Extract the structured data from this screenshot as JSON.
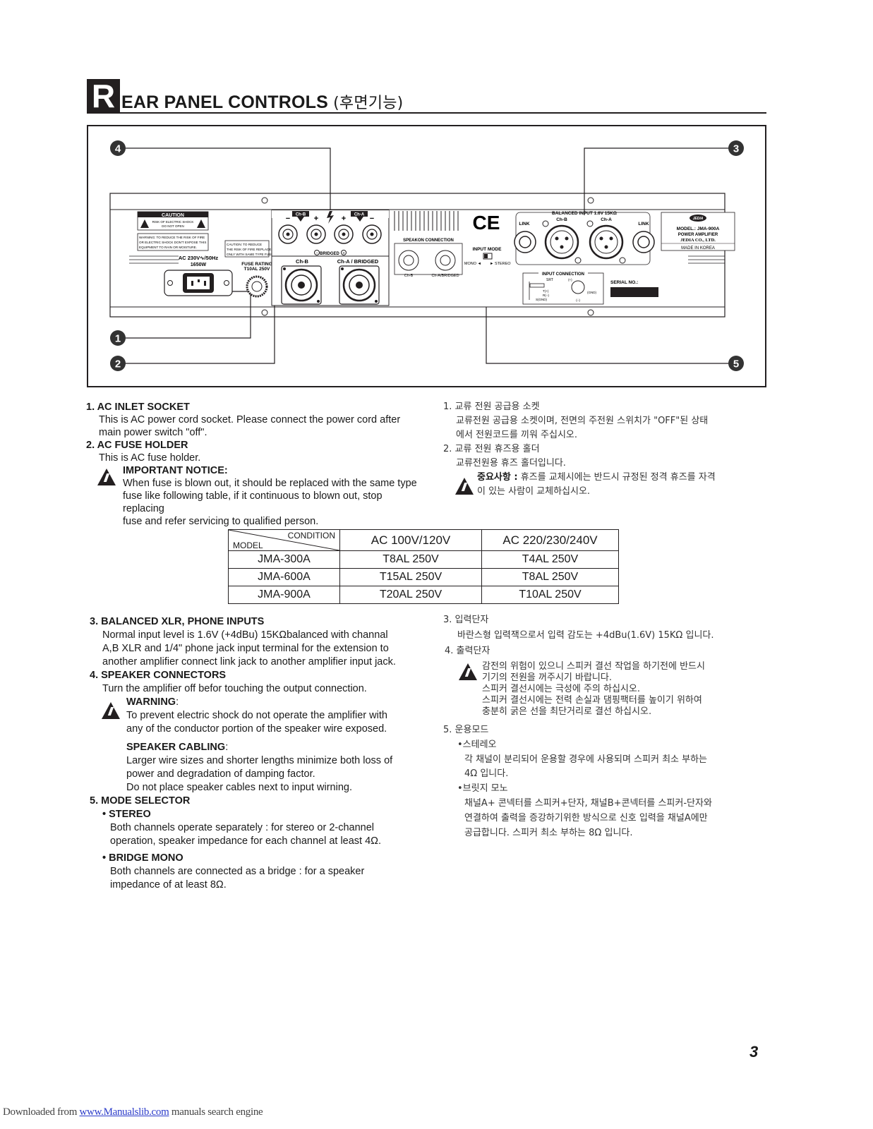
{
  "title": {
    "initial": "R",
    "rest": "EAR PANEL CONTROLS",
    "korean": "(후면기능)"
  },
  "diagram": {
    "callouts": [
      "1",
      "2",
      "3",
      "4",
      "5"
    ],
    "caution_label": "CAUTION",
    "caution_lines": [
      "RISK OF ELECTRIC SHOCK",
      "DO NOT OPEN"
    ],
    "warning_lines": [
      "WARNING: TO REDUCE THE RISK OF FIRE",
      "OR ELECTRIC SHOCK DON'T EXPOSE THIS",
      "EQUIPMENT TO RAIN OR MOISTURE."
    ],
    "caution2_lines": [
      "CAUTION: TO REDUCE",
      "THE RISK OF FIRE REPLACE",
      "ONLY WITH SAME TYPE FUSE."
    ],
    "ac_rating": "AC 230V∿/50Hz",
    "power": "1650W",
    "fuse_rating_label": "FUSE RATING",
    "fuse_rating_value": "T10AL 250V",
    "ch_b": "Ch-B",
    "ch_a": "Ch-A",
    "ch_a_bridged": "Ch-A / BRIDGED",
    "bridged": "BRIDGED",
    "minus": "−",
    "plus": "+",
    "speakon_connection": "SPEAKON CONNECTION",
    "speakon_b": "Ch-B",
    "speakon_a": "Ch-A/BRIDGED",
    "ce": "CE",
    "input_mode": "INPUT MODE",
    "mono": "MONO ◄",
    "stereo": "► STEREO",
    "balanced_input": "BALANCED INPUT 1.6V 15KΩ",
    "link": "LINK",
    "input_connection": "INPUT CONNECTION",
    "srt": "SRT",
    "t_pin": "T(+)",
    "r_pin": "R(−)",
    "s_pin": "S(GND)",
    "gnd": "(GND)",
    "xlr_plus": "(+)",
    "xlr_minus": "(−)",
    "serial_no": "SERIAL NO.:",
    "brand": "JEDIA",
    "model_label": "MODEL.: JMA-900A",
    "product": "POWER AMPLIFIER",
    "company": "JEDIA CO., LTD.",
    "made_in": "MADE IN KOREA"
  },
  "left_top": {
    "s1_title": "1. AC INLET SOCKET",
    "s1_line1": "This is AC power cord socket. Please connect the power cord after",
    "s1_line2": "main power switch \"off\".",
    "s2_title": "2. AC FUSE HOLDER",
    "s2_line1": "This is AC fuse holder.",
    "notice_title": "IMPORTANT NOTICE:",
    "notice_line1": "When fuse is blown out, it should be replaced with the same type",
    "notice_line2": "fuse like following table, if it continuous to blown out, stop replacing",
    "notice_line3": "fuse and refer servicing to qualified person."
  },
  "right_top": {
    "k1_title": "1. 교류 전원 공급용 소켓",
    "k1_line1": "교류전원 공급용 소켓이며, 전면의 주전원 스위치가 \"OFF\"된 상태",
    "k1_line2": "에서 전원코드를 끼워 주십시오.",
    "k2_title": "2. 교류 전원 휴즈용 홀더",
    "k2_line1": "교류전원용 휴즈 홀더입니다.",
    "k2_notice_bold": "중요사항 :",
    "k2_notice_line1": " 휴즈를 교체시에는 반드시 규정된 정격 휴즈를 자격",
    "k2_notice_line2": "이 있는 사람이 교체하십시오."
  },
  "fuse_table": {
    "header_condition": "CONDITION",
    "header_model": "MODEL",
    "col1": "AC 100V/120V",
    "col2": "AC 220/230/240V",
    "rows": [
      {
        "model": "JMA-300A",
        "v1": "T8AL 250V",
        "v2": "T4AL 250V"
      },
      {
        "model": "JMA-600A",
        "v1": "T15AL 250V",
        "v2": "T8AL 250V"
      },
      {
        "model": "JMA-900A",
        "v1": "T20AL 250V",
        "v2": "T10AL 250V"
      }
    ]
  },
  "left_bottom": {
    "s3_title": "3. BALANCED XLR, PHONE INPUTS",
    "s3_line1": "Normal input level is 1.6V (+4dBu) 15KΩbalanced with channal",
    "s3_line2": "A,B XLR and 1/4\" phone jack input terminal for the extension to",
    "s3_line3": "another amplifier connect link jack to another amplifier input jack.",
    "s4_title": "4. SPEAKER CONNECTORS",
    "s4_line1": "Turn the amplifier off befor touching the output connection.",
    "warning_title": "WARNING",
    "warning_colon": ":",
    "warning_line1": "To prevent electric shock do not operate the amplifier with",
    "warning_line2": "any of the conductor portion of the speaker wire exposed.",
    "cabling_title": "SPEAKER CABLING",
    "cabling_colon": ":",
    "cabling_line1": "Larger wire sizes and shorter lengths minimize both loss of",
    "cabling_line2": "power and degradation of damping factor.",
    "cabling_line3": "Do not place speaker cables next to input wirning.",
    "s5_title": "5. MODE SELECTOR",
    "stereo_title": "• STEREO",
    "stereo_line1": "Both channels operate separately : for stereo or 2-channel",
    "stereo_line2": "operation, speaker impedance for each channel at least 4Ω.",
    "bridge_title": "• BRIDGE MONO",
    "bridge_line1": "Both channels are connected as a bridge : for a speaker",
    "bridge_line2": "impedance of at least 8Ω."
  },
  "right_bottom": {
    "k3_title": "3. 입력단자",
    "k3_line1": "바란스형 입력잭으로서 입력 감도는 +4dBu(1.6V) 15KΩ 입니다.",
    "k4_title": "4. 출력단자",
    "k4_line1": "감전의 위험이 있으니 스피커 결선 작업을 하기전에 반드시",
    "k4_line2": "기기의 전원을 꺼주시기 바랍니다.",
    "k4_line3": "스피커 결선시에는 극성에 주의 하십시오.",
    "k4_line4": "스피커 결선시에는 전력 손실과 댐핑팩터를 높이기 위하여",
    "k4_line5": "충분히 굵은 선을 최단거리로 결선 하십시오.",
    "k5_title": "5. 운용모드",
    "k5_stereo": "•스테레오",
    "k5_stereo_line1": "각 채널이 분리되어 운용할 경우에 사용되며 스피커 최소 부하는",
    "k5_stereo_line2": "4Ω 입니다.",
    "k5_bridge": "•브릿지 모노",
    "k5_bridge_line1": "채널A+ 콘넥터를 스피커+단자, 채널B+콘넥터를 스피커-단자와",
    "k5_bridge_line2": "연결하여 출력을 증강하기위한 방식으로 신호 입력을 채널A에만",
    "k5_bridge_line3": "공급합니다.  스피커 최소 부하는 8Ω 입니다."
  },
  "page_number": "3",
  "footer": {
    "prefix": "Downloaded from ",
    "link": "www.Manualslib.com",
    "suffix": " manuals search engine"
  }
}
